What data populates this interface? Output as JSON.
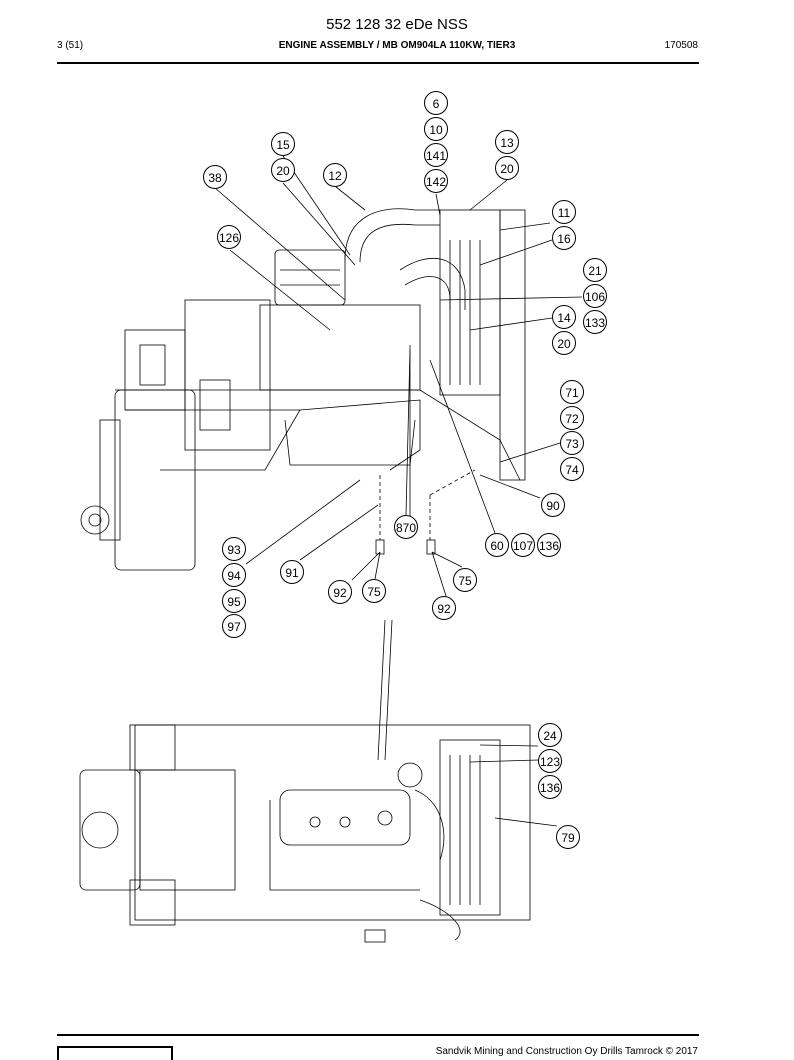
{
  "header": {
    "doc_title": "552 128 32 eDe NSS",
    "page": "3 (51)",
    "section": "ENGINE ASSEMBLY / MB OM904LA 110KW, TIER3",
    "date_code": "170508"
  },
  "footer": {
    "copyright": "Sandvik Mining and Construction Oy Drills Tamrock © 2017"
  },
  "callouts": [
    "6",
    "10",
    "141",
    "142",
    "15",
    "20",
    "13",
    "20",
    "38",
    "12",
    "11",
    "16",
    "126",
    "21",
    "106",
    "14",
    "133",
    "20",
    "71",
    "72",
    "73",
    "74",
    "90",
    "870",
    "60",
    "107",
    "136",
    "93",
    "91",
    "75",
    "94",
    "92",
    "75",
    "95",
    "92",
    "97",
    "24",
    "123",
    "136",
    "79"
  ]
}
